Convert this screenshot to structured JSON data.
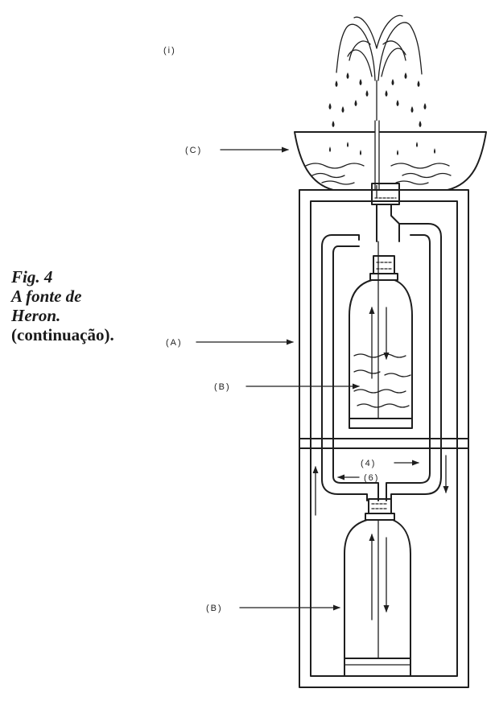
{
  "caption": {
    "line1": "Fig. 4",
    "line2": "A fonte de",
    "line3": "Heron.",
    "line4": "(continuação)."
  },
  "labels": {
    "panel": "(i)",
    "basin": "(C)",
    "frame": "(A)",
    "upper_bottle": "(B)",
    "lower_bottle": "(B)",
    "tube_right": "(4)",
    "tube_left": "(6)"
  },
  "colors": {
    "ink": "#1e1e1e",
    "paper": "#ffffff"
  }
}
